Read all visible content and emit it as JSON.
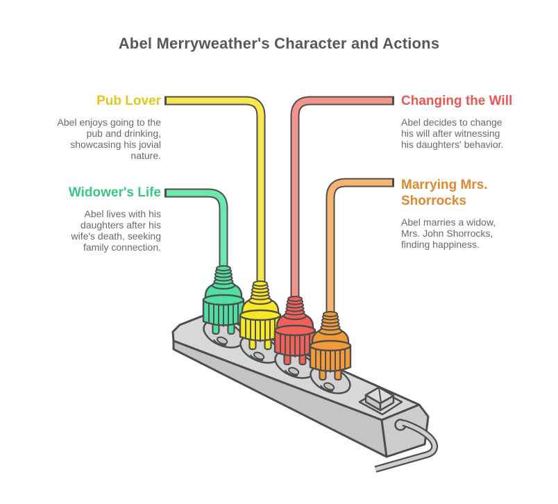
{
  "page": {
    "title": "Abel Merryweather's Character and Actions",
    "title_color": "#58585b",
    "body_text_color": "#696969",
    "background": "#ffffff"
  },
  "sections": [
    {
      "id": "pub-lover",
      "title": "Pub Lover",
      "description": "Abel enjoys going to the\npub and drinking,\nshowcasing his jovial\nnature.",
      "side": "left",
      "row": "top",
      "title_color": "#e3c61e",
      "cable_color": "#f8e84d",
      "plug_color": "#f8e723"
    },
    {
      "id": "changing-the-will",
      "title": "Changing the Will",
      "description": "Abel decides to change\nhis will after witnessing\nhis daughters' behavior.",
      "side": "right",
      "row": "top",
      "title_color": "#e85750",
      "cable_color": "#f5958e",
      "plug_color": "#f26159"
    },
    {
      "id": "widowers-life",
      "title": "Widower's Life",
      "description": "Abel lives with his\ndaughters after his\nwife's death, seeking\nfamily connection.",
      "side": "left",
      "row": "bottom",
      "title_color": "#37c787",
      "cable_color": "#6ce7ae",
      "plug_color": "#4fdf9f"
    },
    {
      "id": "marrying-mrs-shorrocks",
      "title": "Marrying Mrs. Shorrocks",
      "description": "Abel marries a widow,\nMrs. John Shorrocks,\nfinding happiness.",
      "side": "right",
      "row": "bottom",
      "title_color": "#e1882e",
      "cable_color": "#f8b570",
      "plug_color": "#f19a37"
    }
  ],
  "diagram": {
    "type": "power-strip",
    "sockets_count": 4,
    "plug_order_left_to_right": [
      "widowers-life",
      "pub-lover",
      "changing-the-will",
      "marrying-mrs-shorrocks"
    ],
    "outline_color": "#4d4d4d",
    "strip_color_top": "#d8d8d8",
    "strip_color_front": "#c4c4c4",
    "strip_color_end": "#cdcdcd",
    "socket_color": "#d2d2d2",
    "socket_hole_color": "#c6c6c6",
    "cord_color": "#cfcfcf",
    "switch": {
      "base": "#d9d9d9",
      "top": "#dedede",
      "side_left": "#c6c6c6",
      "side_right": "#d2d2d2"
    }
  }
}
